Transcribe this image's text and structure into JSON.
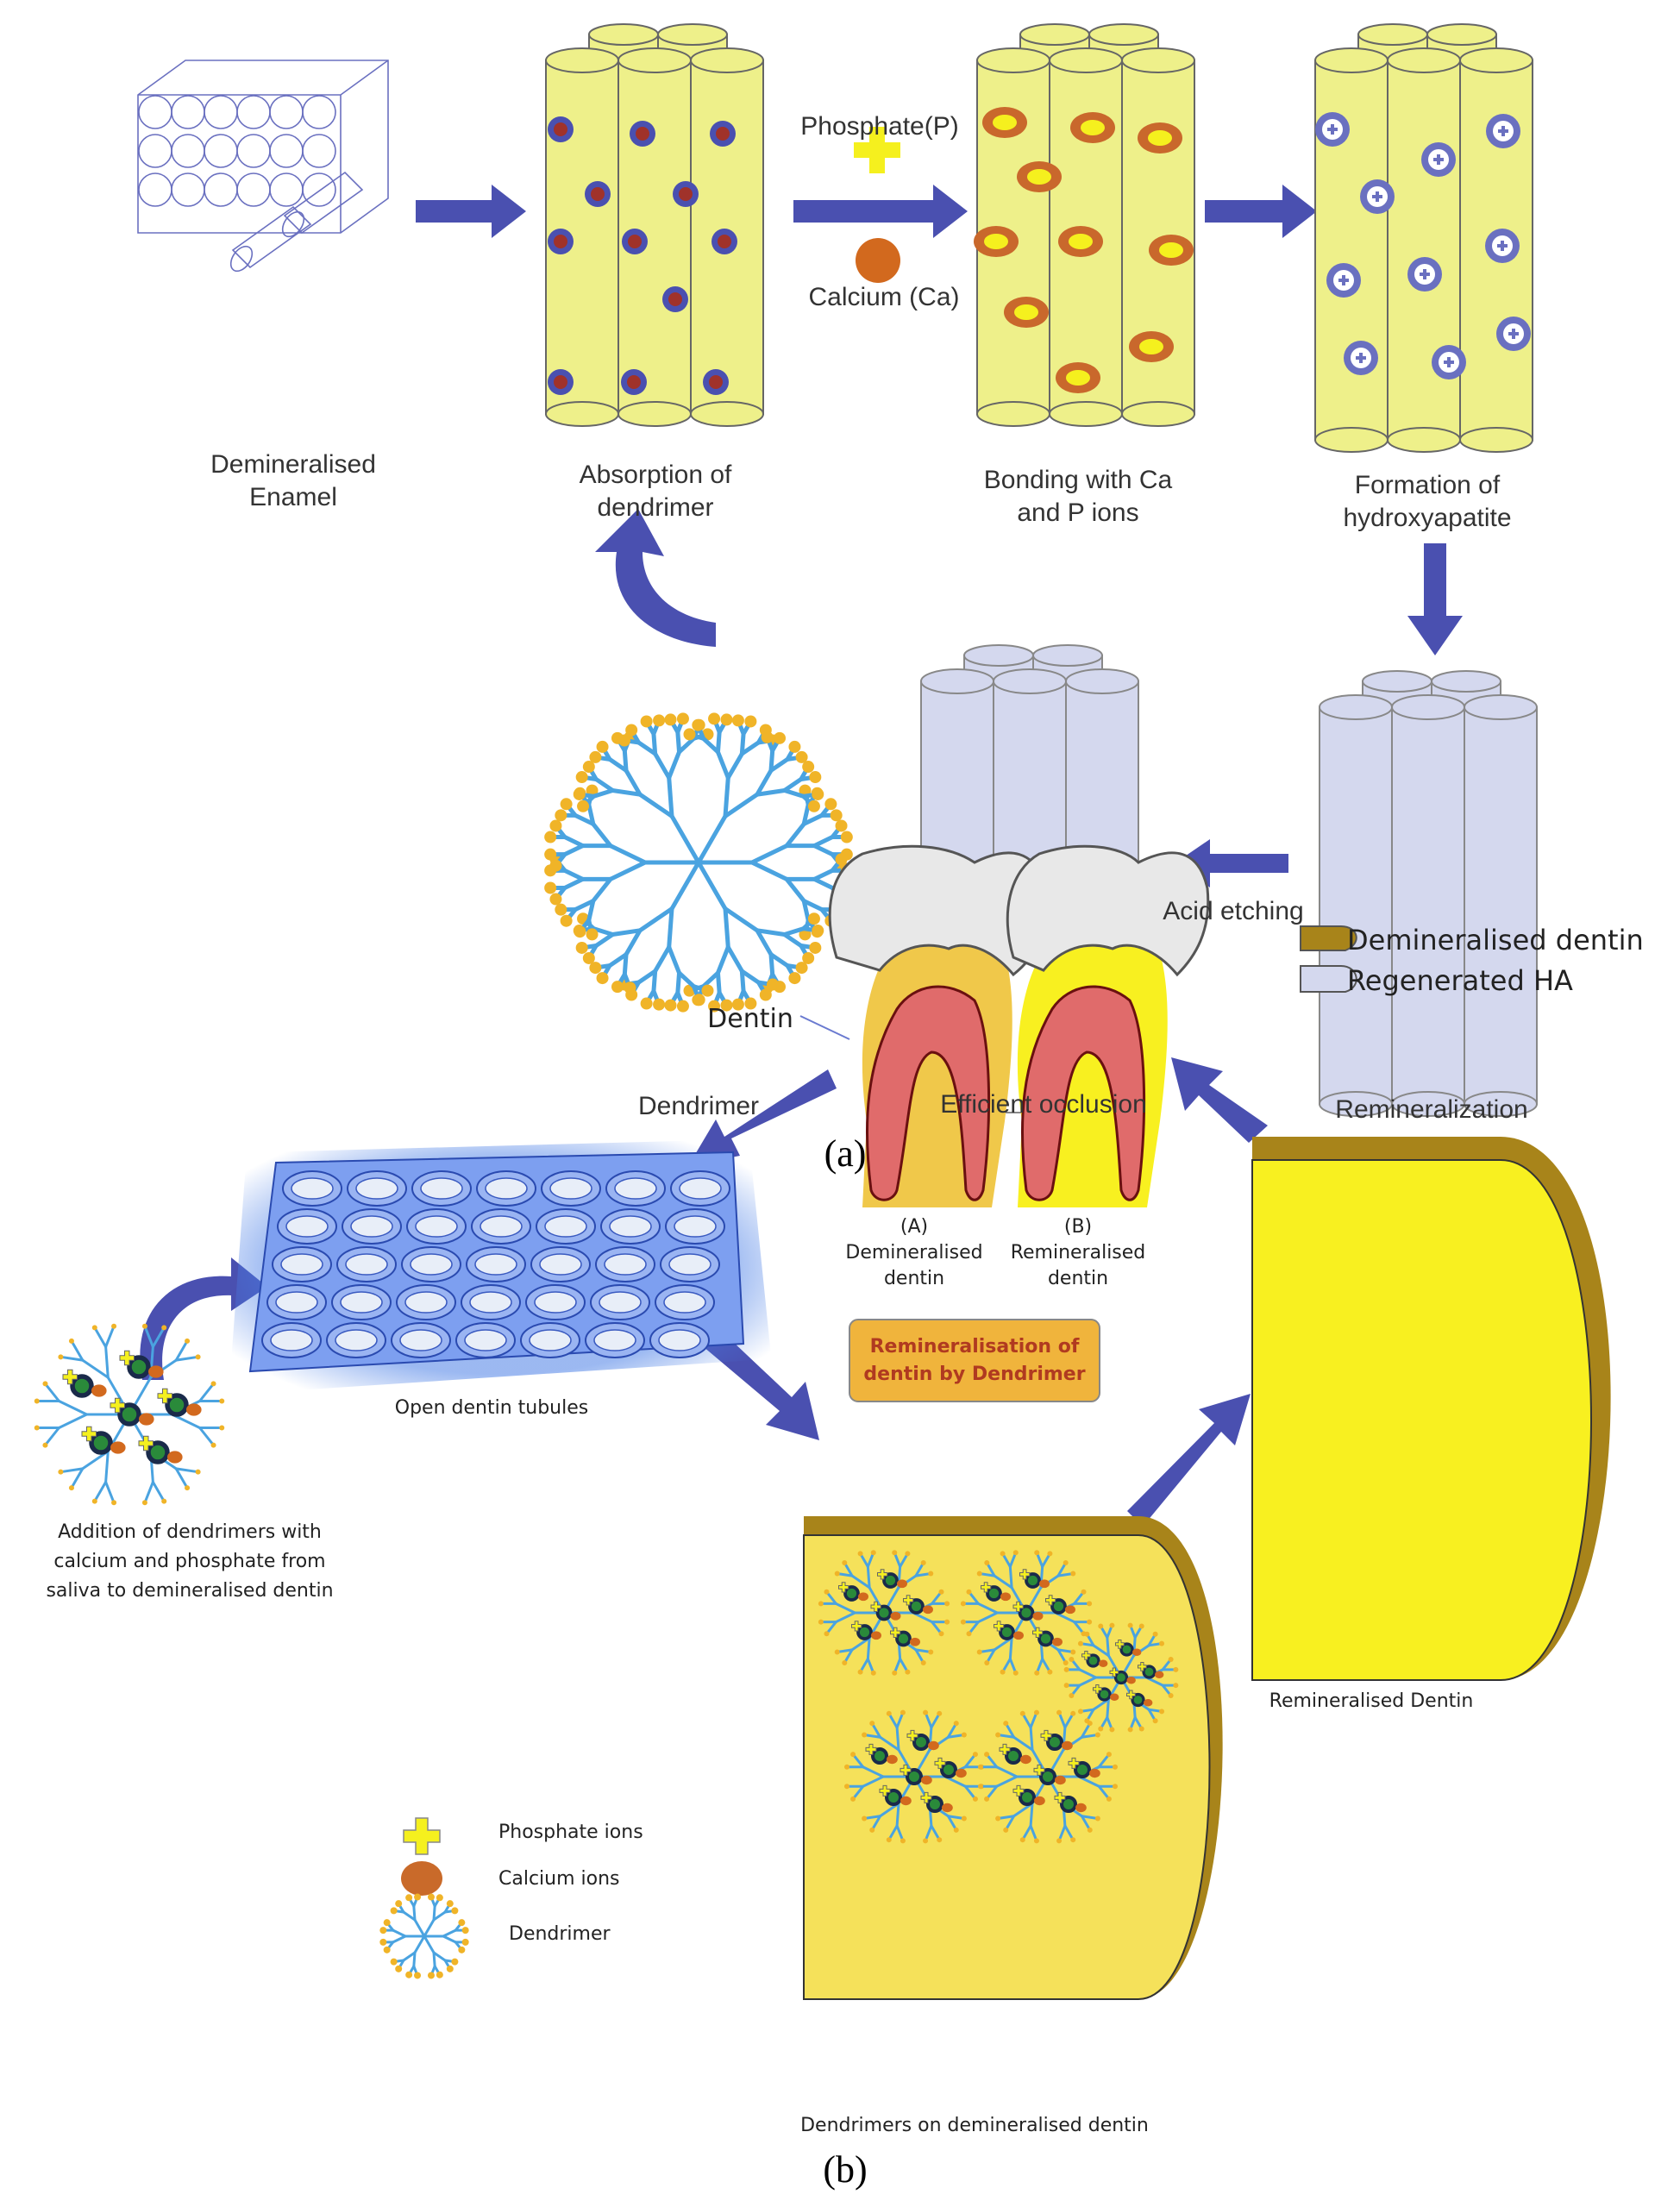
{
  "panel_a": {
    "label": "(a)",
    "steps": {
      "demineralised_enamel": "Demineralised\nEnamel",
      "absorption": "Absorption of\ndendrimer",
      "bonding": "Bonding with Ca\nand P ions",
      "formation": "Formation of\nhydroxyapatite",
      "remineralization": "Remineralization",
      "efficient_occlusion": "Efficient occlusion",
      "dendrimer": "Dendrimer"
    },
    "phosphate_label": "Phosphate(P)",
    "calcium_label": "Calcium (Ca)",
    "acid_etching_label": "Acid etching"
  },
  "panel_b": {
    "label": "(b)",
    "dentin_label": "Dentin",
    "tooth_a_label": "(A)\nDemineralised\ndentin",
    "tooth_b_label": "(B)\nRemineralised\ndentin",
    "legend_top": [
      "Demineralised dentin",
      "Regenerated HA"
    ],
    "center_box": "Remineralisation of\ndentin by Dendrimer",
    "open_tubules": "Open dentin tubules",
    "addition_text": "Addition of dendrimers with\ncalcium and phosphate from\nsaliva to demineralised dentin",
    "remineralised_dentin": "Remineralised Dentin",
    "dendrimers_on": "Dendrimers on demineralised dentin",
    "legend_bottom": [
      "Phosphate ions",
      "Calcium ions",
      "Dendrimer"
    ]
  },
  "colors": {
    "arrow": "#4a50b0",
    "cylinder_yellow": "#eef08a",
    "cylinder_lavender": "#d4d8ee",
    "dendrimer_blue": "#4aa3e0",
    "dendrimer_tip": "#f0b428",
    "calcium": "#d2691e",
    "phosphate": "#f5f01e",
    "dentin_brown": "#a8841a",
    "dentin_yellow": "#f5f02a",
    "orange_box": "#f0b43c"
  }
}
